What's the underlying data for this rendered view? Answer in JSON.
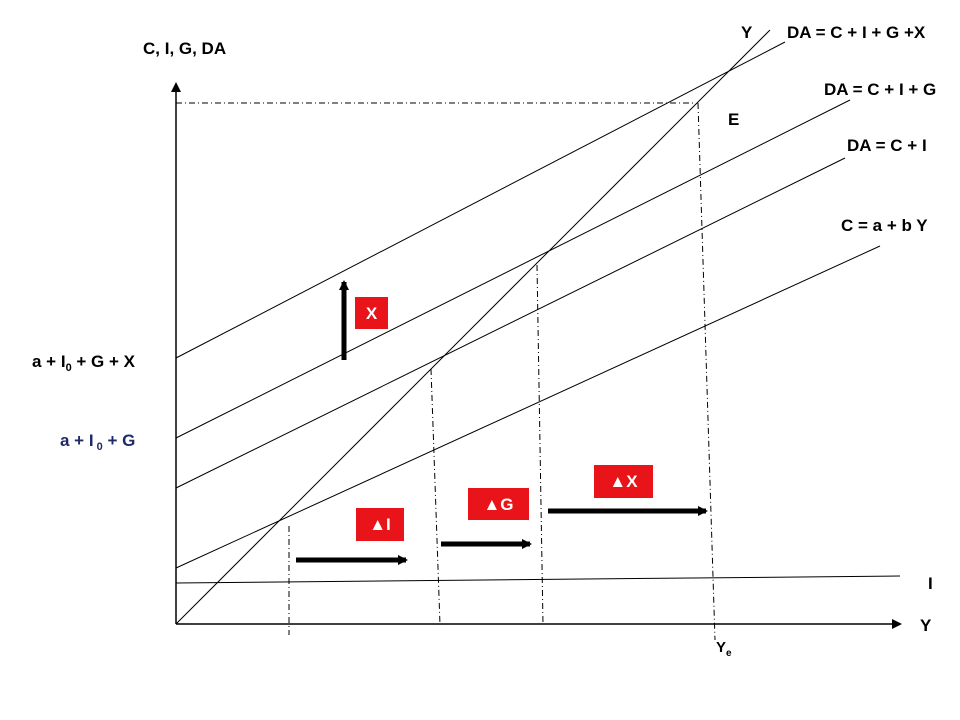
{
  "axes": {
    "y_label": "C,  I,   G,   DA",
    "x_label": "Y",
    "diag_label": "Y"
  },
  "lines": {
    "da_cigx": "DA = C + I + G +X",
    "da_cig": "DA = C + I + G",
    "da_ci": "DA = C + I",
    "consumption": "C = a + b Y",
    "investment": "I"
  },
  "points": {
    "equilibrium": "E"
  },
  "intercepts": {
    "cigx": {
      "main": "a + I",
      "sub": "0",
      "rest": " + G + X"
    },
    "cig": {
      "main": "a + I",
      "sub": " 0",
      "rest": "  + G"
    }
  },
  "income": {
    "main": "Y",
    "sub": "e"
  },
  "shifts": {
    "x_vertical": "X",
    "delta_i": "▲I",
    "delta_g": "▲G",
    "delta_x": "▲X"
  },
  "colors": {
    "box_red": "#e8141a",
    "blue_label": "#1f2a6b",
    "line": "#000000"
  }
}
